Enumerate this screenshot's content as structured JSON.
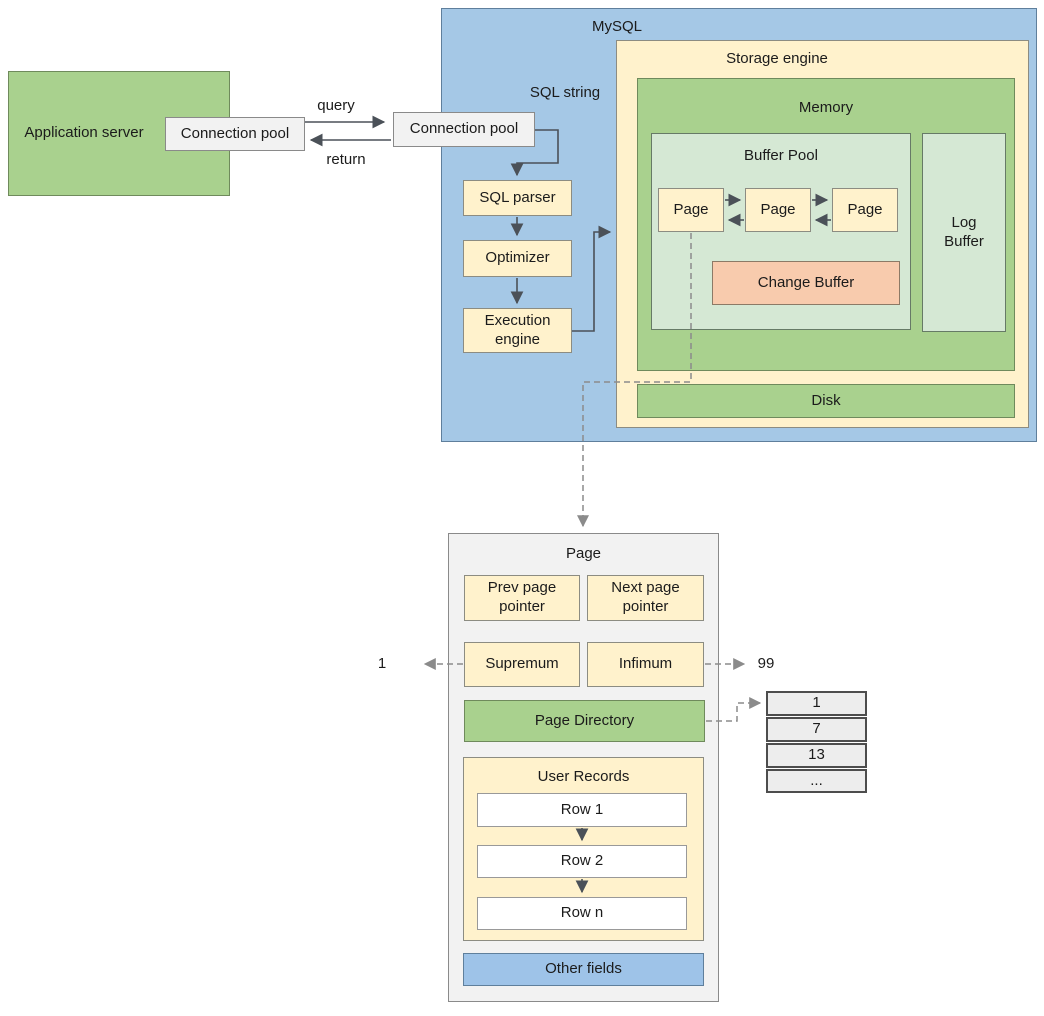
{
  "colors": {
    "mysql_blue": "#a5c8e6",
    "box_yellow": "#fff2cc",
    "box_green": "#a9d18e",
    "box_pale_green": "#d5e8d4",
    "change_buffer_orange": "#f8cbad",
    "panel_gray": "#f2f2f2",
    "other_fields_blue": "#9ec3e8",
    "solid_arrow": "#4b5158",
    "dashed_arrow": "#8b8b8b"
  },
  "app_server": {
    "label": "Application server"
  },
  "connection_pools": {
    "left": "Connection pool",
    "right": "Connection pool"
  },
  "arrows": {
    "query": "query",
    "return": "return"
  },
  "mysql": {
    "title": "MySQL",
    "sql_string_label": "SQL string",
    "pipeline": [
      {
        "label": "SQL parser"
      },
      {
        "label": "Optimizer"
      },
      {
        "label": "Execution engine"
      }
    ]
  },
  "storage_engine": {
    "title": "Storage engine",
    "memory": {
      "title": "Memory",
      "buffer_pool": {
        "title": "Buffer Pool",
        "pages": [
          {
            "label": "Page"
          },
          {
            "label": "Page"
          },
          {
            "label": "Page"
          }
        ],
        "change_buffer_label": "Change Buffer"
      },
      "log_buffer_label": "Log Buffer"
    },
    "disk_label": "Disk"
  },
  "page_detail": {
    "title": "Page",
    "prev_pointer": "Prev page pointer",
    "next_pointer": "Next page pointer",
    "supremum": "Supremum",
    "infimum": "Infimum",
    "supremum_value": "1",
    "infimum_value": "99",
    "page_directory": "Page Directory",
    "user_records": {
      "title": "User Records",
      "rows": [
        {
          "label": "Row 1"
        },
        {
          "label": "Row 2"
        },
        {
          "label": "Row n"
        }
      ]
    },
    "other_fields": "Other fields",
    "directory_entries": [
      {
        "value": "1"
      },
      {
        "value": "7"
      },
      {
        "value": "13"
      },
      {
        "value": "..."
      }
    ]
  }
}
